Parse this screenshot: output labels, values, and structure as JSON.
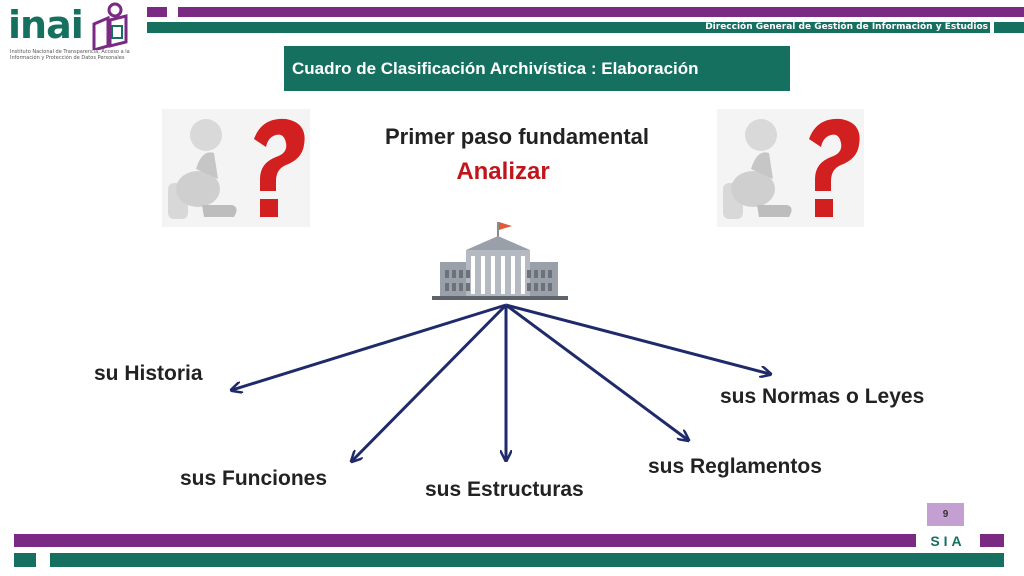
{
  "header": {
    "subtitle": "Dirección General de Gestión de Información y Estudios",
    "logo": {
      "name": "inai",
      "caption": "Instituto Nacional de Transparencia, Acceso a la Información y Protección de Datos Personales"
    }
  },
  "title": "Cuadro de Clasificación Archivística : Elaboración",
  "heading": "Primer paso fundamental",
  "keyword": "Analizar",
  "labels": {
    "historia": "su Historia",
    "funciones": "sus Funciones",
    "estructuras": "sus Estructuras",
    "reglamentos": "sus Reglamentos",
    "normas": "sus Normas o Leyes"
  },
  "footer": {
    "page_number": "9",
    "tag": "SIA"
  },
  "colors": {
    "green": "#15705f",
    "purple": "#7a2a83",
    "red": "#c0161b",
    "arrow": "#1f2a6b"
  },
  "icons": [
    "thinking-figure-question-icon",
    "government-building-icon"
  ]
}
